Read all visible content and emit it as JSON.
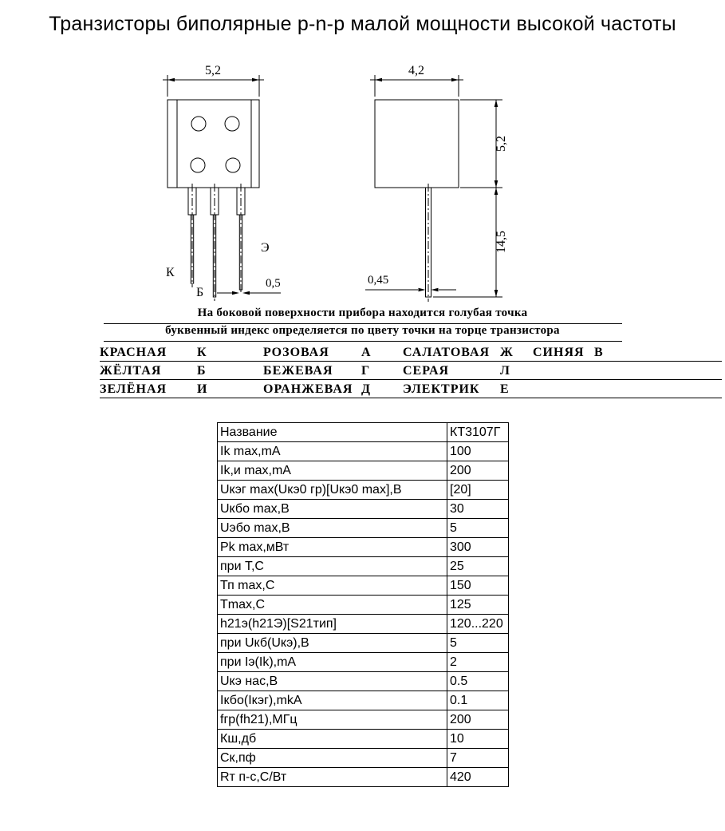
{
  "title": "Транзисторы биполярные p-n-p малой мощности высокой частоты",
  "drawings": {
    "front_view": {
      "width_dim": "5,2",
      "collector_label": "К",
      "base_label": "Б",
      "emitter_label": "Э",
      "lead_width_dim": "0,5"
    },
    "side_view": {
      "depth_dim": "4,2",
      "body_height_dim": "5,2",
      "lead_length_dim": "14,5",
      "lead_thickness_dim": "0,45"
    }
  },
  "notes": {
    "line1": "На боковой поверхности прибора находится голубая точка",
    "line2": "буквенный индекс определяется по цвету точки на торце транзистора"
  },
  "color_codes": {
    "rows": [
      {
        "cells": [
          "КРАСНАЯ",
          "К",
          "РОЗОВАЯ",
          "А",
          "САЛАТОВАЯ",
          "Ж",
          "СИНЯЯ",
          "В"
        ]
      },
      {
        "cells": [
          "ЖЁЛТАЯ",
          "Б",
          "БЕЖЕВАЯ",
          "Г",
          "СЕРАЯ",
          "Л",
          "",
          ""
        ]
      },
      {
        "cells": [
          "ЗЕЛЁНАЯ",
          "И",
          "ОРАНЖЕВАЯ",
          "Д",
          "ЭЛЕКТРИК",
          "Е",
          "",
          ""
        ]
      }
    ]
  },
  "spec_table": {
    "rows": [
      {
        "param": "Название",
        "value": "КТ3107Г"
      },
      {
        "param": "Ik max,mA",
        "value": "100"
      },
      {
        "param": "Ik,и max,mA",
        "value": "200"
      },
      {
        "param": "Uкэг max(Uкэ0 гр)[Uкэ0 max],В",
        "value": "[20]"
      },
      {
        "param": "Uкбо max,В",
        "value": "30"
      },
      {
        "param": "Uэбо max,В",
        "value": "5"
      },
      {
        "param": "Pk max,мВт",
        "value": "300"
      },
      {
        "param": "при Т,С",
        "value": "25"
      },
      {
        "param": "Тп max,С",
        "value": "150"
      },
      {
        "param": "Tmax,С",
        "value": "125"
      },
      {
        "param": "h21э(h21Э)[S21тип]",
        "value": "120...220"
      },
      {
        "param": "при Uкб(Uкэ),В",
        "value": "5"
      },
      {
        "param": "при Iэ(Ik),mA",
        "value": "2"
      },
      {
        "param": "Uкэ нас,В",
        "value": "0.5"
      },
      {
        "param": "Iкбо(Iкэг),mkA",
        "value": "0.1"
      },
      {
        "param": "fгр(fh21),МГц",
        "value": "200"
      },
      {
        "param": "Кш,дб",
        "value": "10"
      },
      {
        "param": "Ск,пф",
        "value": "7"
      },
      {
        "param": "Rт п-с,С/Вт",
        "value": "420"
      }
    ]
  }
}
